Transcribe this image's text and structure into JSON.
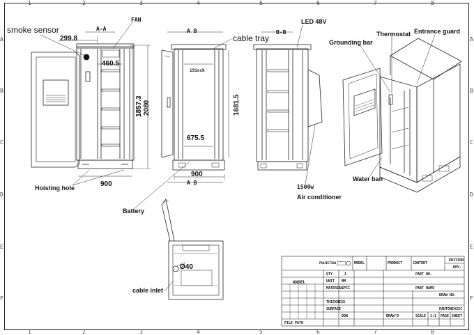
{
  "grid": {
    "columns": [
      "1",
      "2",
      "3",
      "4",
      "5",
      "6",
      "7",
      "8"
    ],
    "rows": [
      "A",
      "B",
      "C",
      "D",
      "E",
      "F"
    ]
  },
  "labels": {
    "smoke_sensor": "smoke sensor",
    "section_aa": "A-A",
    "fan": "FAN",
    "cable_tray": "cable tray",
    "view_ab_top": "A B",
    "view_ab_bottom": "A B",
    "section_bb": "B-B",
    "led": "LED 48V",
    "grounding_bar": "Grounding bar",
    "thermostat": "Thermostat",
    "entrance_guard": "Entrance guard",
    "hoisting_hole": "Hoisting hole",
    "battery": "Battery",
    "air_conditioner_power": "1500w",
    "air_conditioner": "Air conditioner",
    "water_ban": "Water ban",
    "cable_inlet": "cable inlet",
    "inner_width": "19inch"
  },
  "dimensions": {
    "door_offset": "299.8",
    "fan_height": "460.5",
    "height_inner": "1857.3",
    "height_total": "2080",
    "width_side": "900",
    "width_front": "900",
    "depth_inner": "675.5",
    "rack_height": "1681.5",
    "cable_hole": "Ø40"
  },
  "title_block": {
    "projection_label": "PROJECTION",
    "model_label": "MODEL",
    "product_label": "PRODUCT",
    "content_label": "CONTENT",
    "edition_label": "EDITION",
    "rev_label": "REV.",
    "angle_label": "ANGEL",
    "qty_label": "QTY",
    "qty_value": "1",
    "material_label": "MATERIAL",
    "material_value": "SPCC",
    "thickness_label": "THICKNESS",
    "surface_label": "SURFACE",
    "surface_value": "DOW",
    "unit_label": "UNIT",
    "unit_value": "MM",
    "part_no": "PART NO.",
    "part_name": "PART NAME",
    "draw_no": "DRAW NO.",
    "draw_no_value": "PANTONE425C",
    "draw_by": "DRAW'D",
    "scale_label": "SCALE",
    "scale_value": "1:1",
    "page_label": "PAGE",
    "sheet_label": "SHEET",
    "file_path": "FILE PATH"
  }
}
